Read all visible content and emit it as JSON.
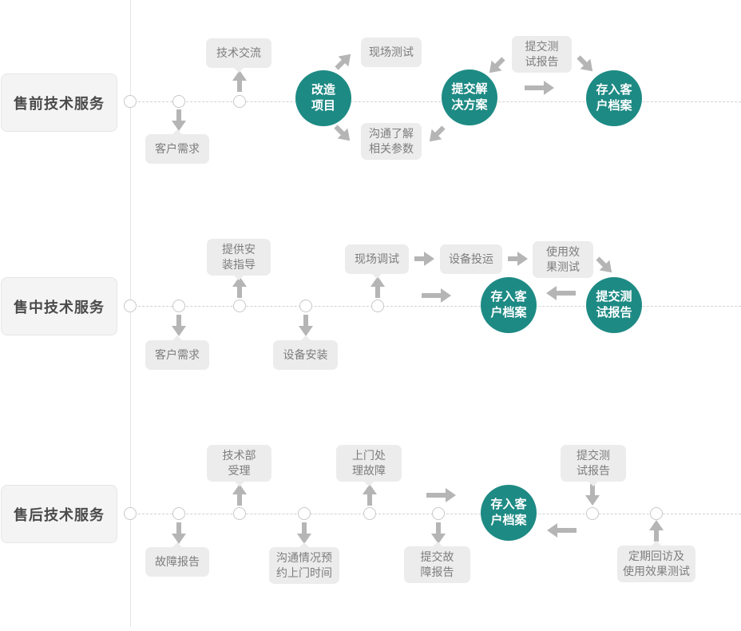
{
  "colors": {
    "accent_teal": "#1e8a84",
    "box_bg": "#ececec",
    "box_text": "#7d7d7d",
    "arrow_gray": "#b5b5b5",
    "label_text": "#4a4a4a",
    "dashed_line": "#d2d2d2"
  },
  "rows": [
    {
      "label": "售前技术服务",
      "boxes": [
        {
          "text": "客户需求"
        },
        {
          "text": "技术交流"
        },
        {
          "text": "现场测试"
        },
        {
          "text": "沟通了解\n相关参数"
        },
        {
          "text": "提交测\n试报告"
        }
      ],
      "circles": [
        {
          "text": "改造\n项目"
        },
        {
          "text": "提交解\n决方案"
        },
        {
          "text": "存入客\n户档案"
        }
      ]
    },
    {
      "label": "售中技术服务",
      "boxes": [
        {
          "text": "客户需求"
        },
        {
          "text": "提供安\n装指导"
        },
        {
          "text": "设备安装"
        },
        {
          "text": "现场调试"
        },
        {
          "text": "设备投运"
        },
        {
          "text": "使用效\n果测试"
        }
      ],
      "circles": [
        {
          "text": "存入客\n户档案"
        },
        {
          "text": "提交测\n试报告"
        }
      ]
    },
    {
      "label": "售后技术服务",
      "boxes": [
        {
          "text": "故障报告"
        },
        {
          "text": "技术部\n受理"
        },
        {
          "text": "沟通情况预\n约上门时间"
        },
        {
          "text": "上门处\n理故障"
        },
        {
          "text": "提交故\n障报告"
        },
        {
          "text": "提交测\n试报告"
        },
        {
          "text": "定期回访及\n使用效果测试"
        }
      ],
      "circles": [
        {
          "text": "存入客\n户档案"
        }
      ]
    }
  ]
}
